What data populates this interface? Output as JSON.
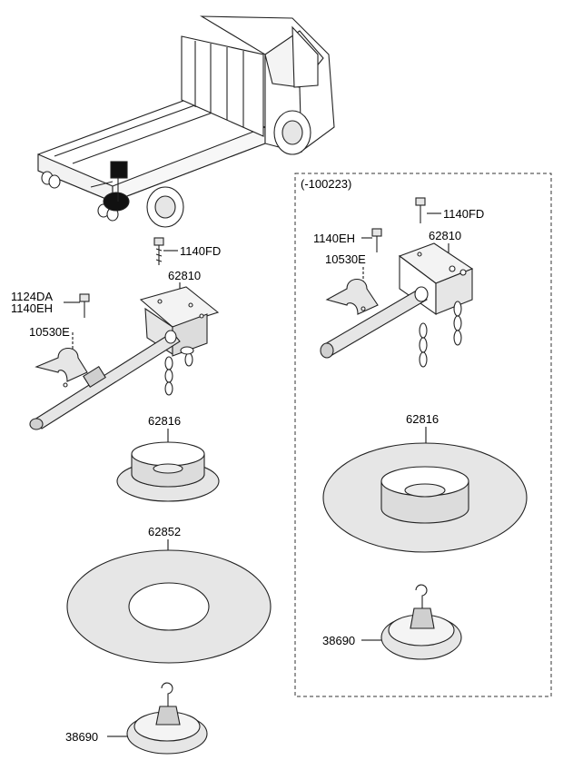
{
  "labels": {
    "left": {
      "bolt_top": "1140FD",
      "carrier": "62810",
      "bolt_left_a": "1124DA",
      "bolt_left_b": "1140EH",
      "bracket": "10530E",
      "holder": "62816",
      "cover": "62852",
      "hanger": "38690"
    },
    "right": {
      "variant": "(-100223)",
      "bolt_top": "1140FD",
      "bolt_left": "1140EH",
      "carrier": "62810",
      "bracket": "10530E",
      "holder": "62816",
      "hanger": "38690"
    }
  },
  "colors": {
    "line": "#000000",
    "part_fill": "#e6e6e6",
    "part_shade": "#cfcfcf",
    "background": "#ffffff"
  }
}
